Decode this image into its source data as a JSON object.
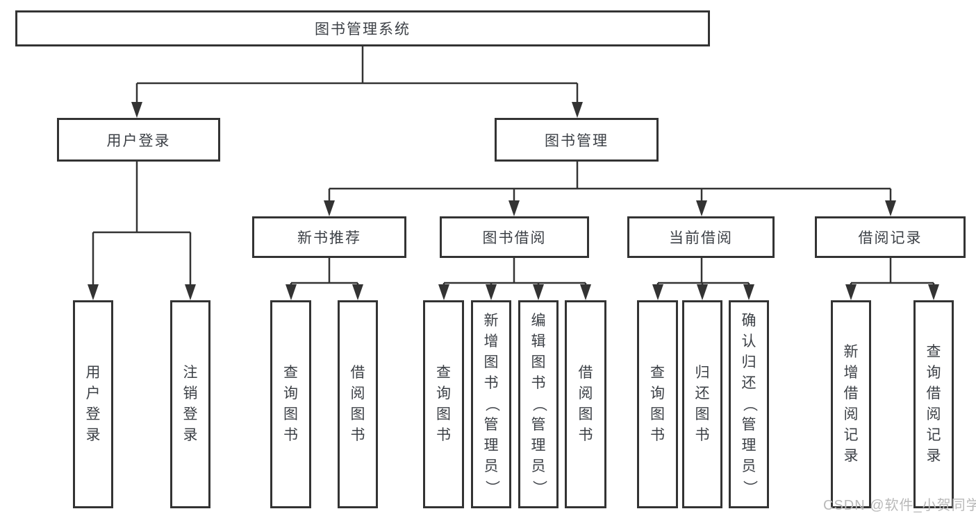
{
  "diagram": {
    "title": "图书管理系统",
    "level1": {
      "user_login": "用户登录",
      "book_management": "图书管理"
    },
    "level2": {
      "new_book_recommend": "新书推荐",
      "book_borrow": "图书借阅",
      "current_borrow": "当前借阅",
      "borrow_record": "借阅记录"
    },
    "leaves": {
      "user_login": [
        "用户登录",
        "注销登录"
      ],
      "new_book_recommend": [
        "查询图书",
        "借阅图书"
      ],
      "book_borrow": [
        "查询图书",
        "新增图书（管理员）",
        "编辑图书（管理员）",
        "借阅图书"
      ],
      "current_borrow": [
        "查询图书",
        "归还图书",
        "确认归还（管理员）"
      ],
      "borrow_record": [
        "新增借阅记录",
        "查询借阅记录"
      ]
    }
  },
  "watermark": "CSDN @软件_小贺同学",
  "colors": {
    "line": "#333333",
    "text": "#3c4046",
    "watermark": "#b9b9b9",
    "background": "#ffffff"
  }
}
